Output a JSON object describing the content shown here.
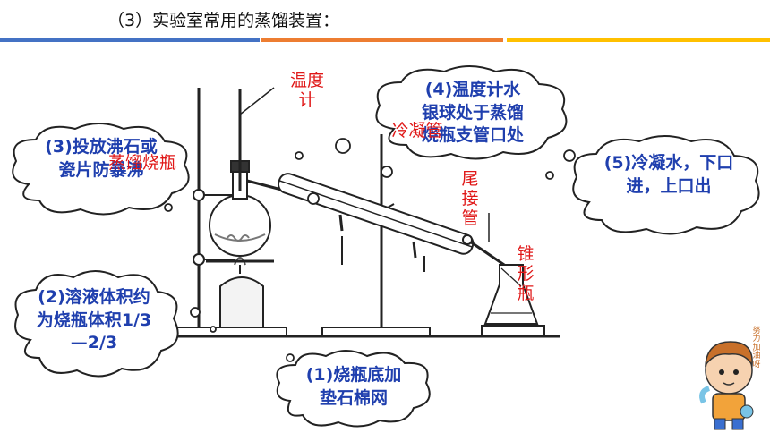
{
  "title": "（3）实验室常用的蒸馏装置：",
  "colors": {
    "bar_blue": "#4472c4",
    "bar_orange": "#ed7d31",
    "bar_yellow": "#ffc000",
    "label_red": "#e01818",
    "note_blue": "#1f3fae"
  },
  "labels": {
    "thermometer": "温度计",
    "condenser": "冷凝管",
    "flask": "蒸馏烧瓶",
    "adapter": "尾接管",
    "erlenmeyer": "锥形瓶"
  },
  "notes": {
    "n1": "(1)烧瓶底加垫石棉网",
    "n2": "(2)溶液体积约为烧瓶体积1/3—2/3",
    "n3": "(3)投放沸石或瓷片防暴沸",
    "n4": "(4)温度计水银球处于蒸馏烧瓶支管口处",
    "n5": "(5)冷凝水，下口进，上口出"
  },
  "sticker": "努力加油呀"
}
